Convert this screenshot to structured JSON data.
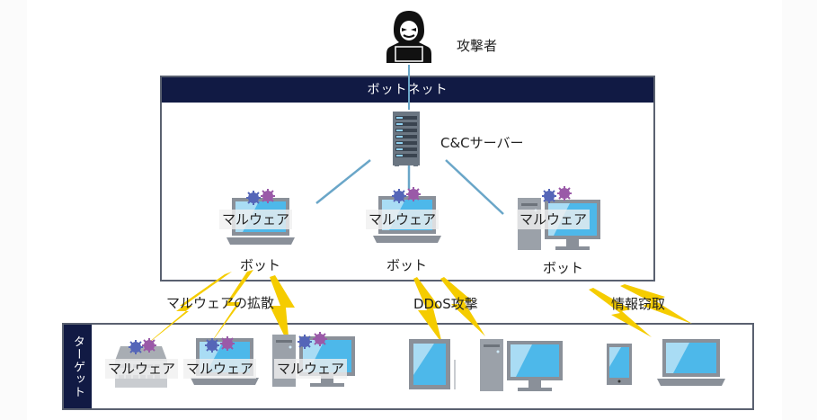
{
  "attacker": {
    "label": "攻撃者",
    "icon": "hooded-hacker-icon"
  },
  "botnet": {
    "title": "ボットネット",
    "server": {
      "label": "C&Cサーバー",
      "icon": "server-rack-icon"
    },
    "bots": [
      {
        "device": "laptop",
        "malware_label": "マルウェア",
        "label": "ボット"
      },
      {
        "device": "laptop",
        "malware_label": "マルウェア",
        "label": "ボット"
      },
      {
        "device": "desktop",
        "malware_label": "マルウェア",
        "label": "ボット"
      }
    ]
  },
  "attacks": [
    {
      "label": "マルウェアの拡散"
    },
    {
      "label": "DDoS攻撃"
    },
    {
      "label": "情報窃取"
    }
  ],
  "target": {
    "title": "ターゲット",
    "devices": [
      {
        "device": "printer",
        "malware_label": "マルウェア"
      },
      {
        "device": "laptop",
        "malware_label": "マルウェア"
      },
      {
        "device": "desktop",
        "malware_label": "マルウェア"
      },
      {
        "device": "tablet"
      },
      {
        "device": "desktop"
      },
      {
        "device": "smartphone"
      },
      {
        "device": "laptop"
      }
    ]
  },
  "colors": {
    "navy": "#111a44",
    "link_line": "#6aa6c8",
    "lightning": "#f5cc00",
    "screen": "#4db8ea",
    "device_gray": "#8a9099"
  }
}
